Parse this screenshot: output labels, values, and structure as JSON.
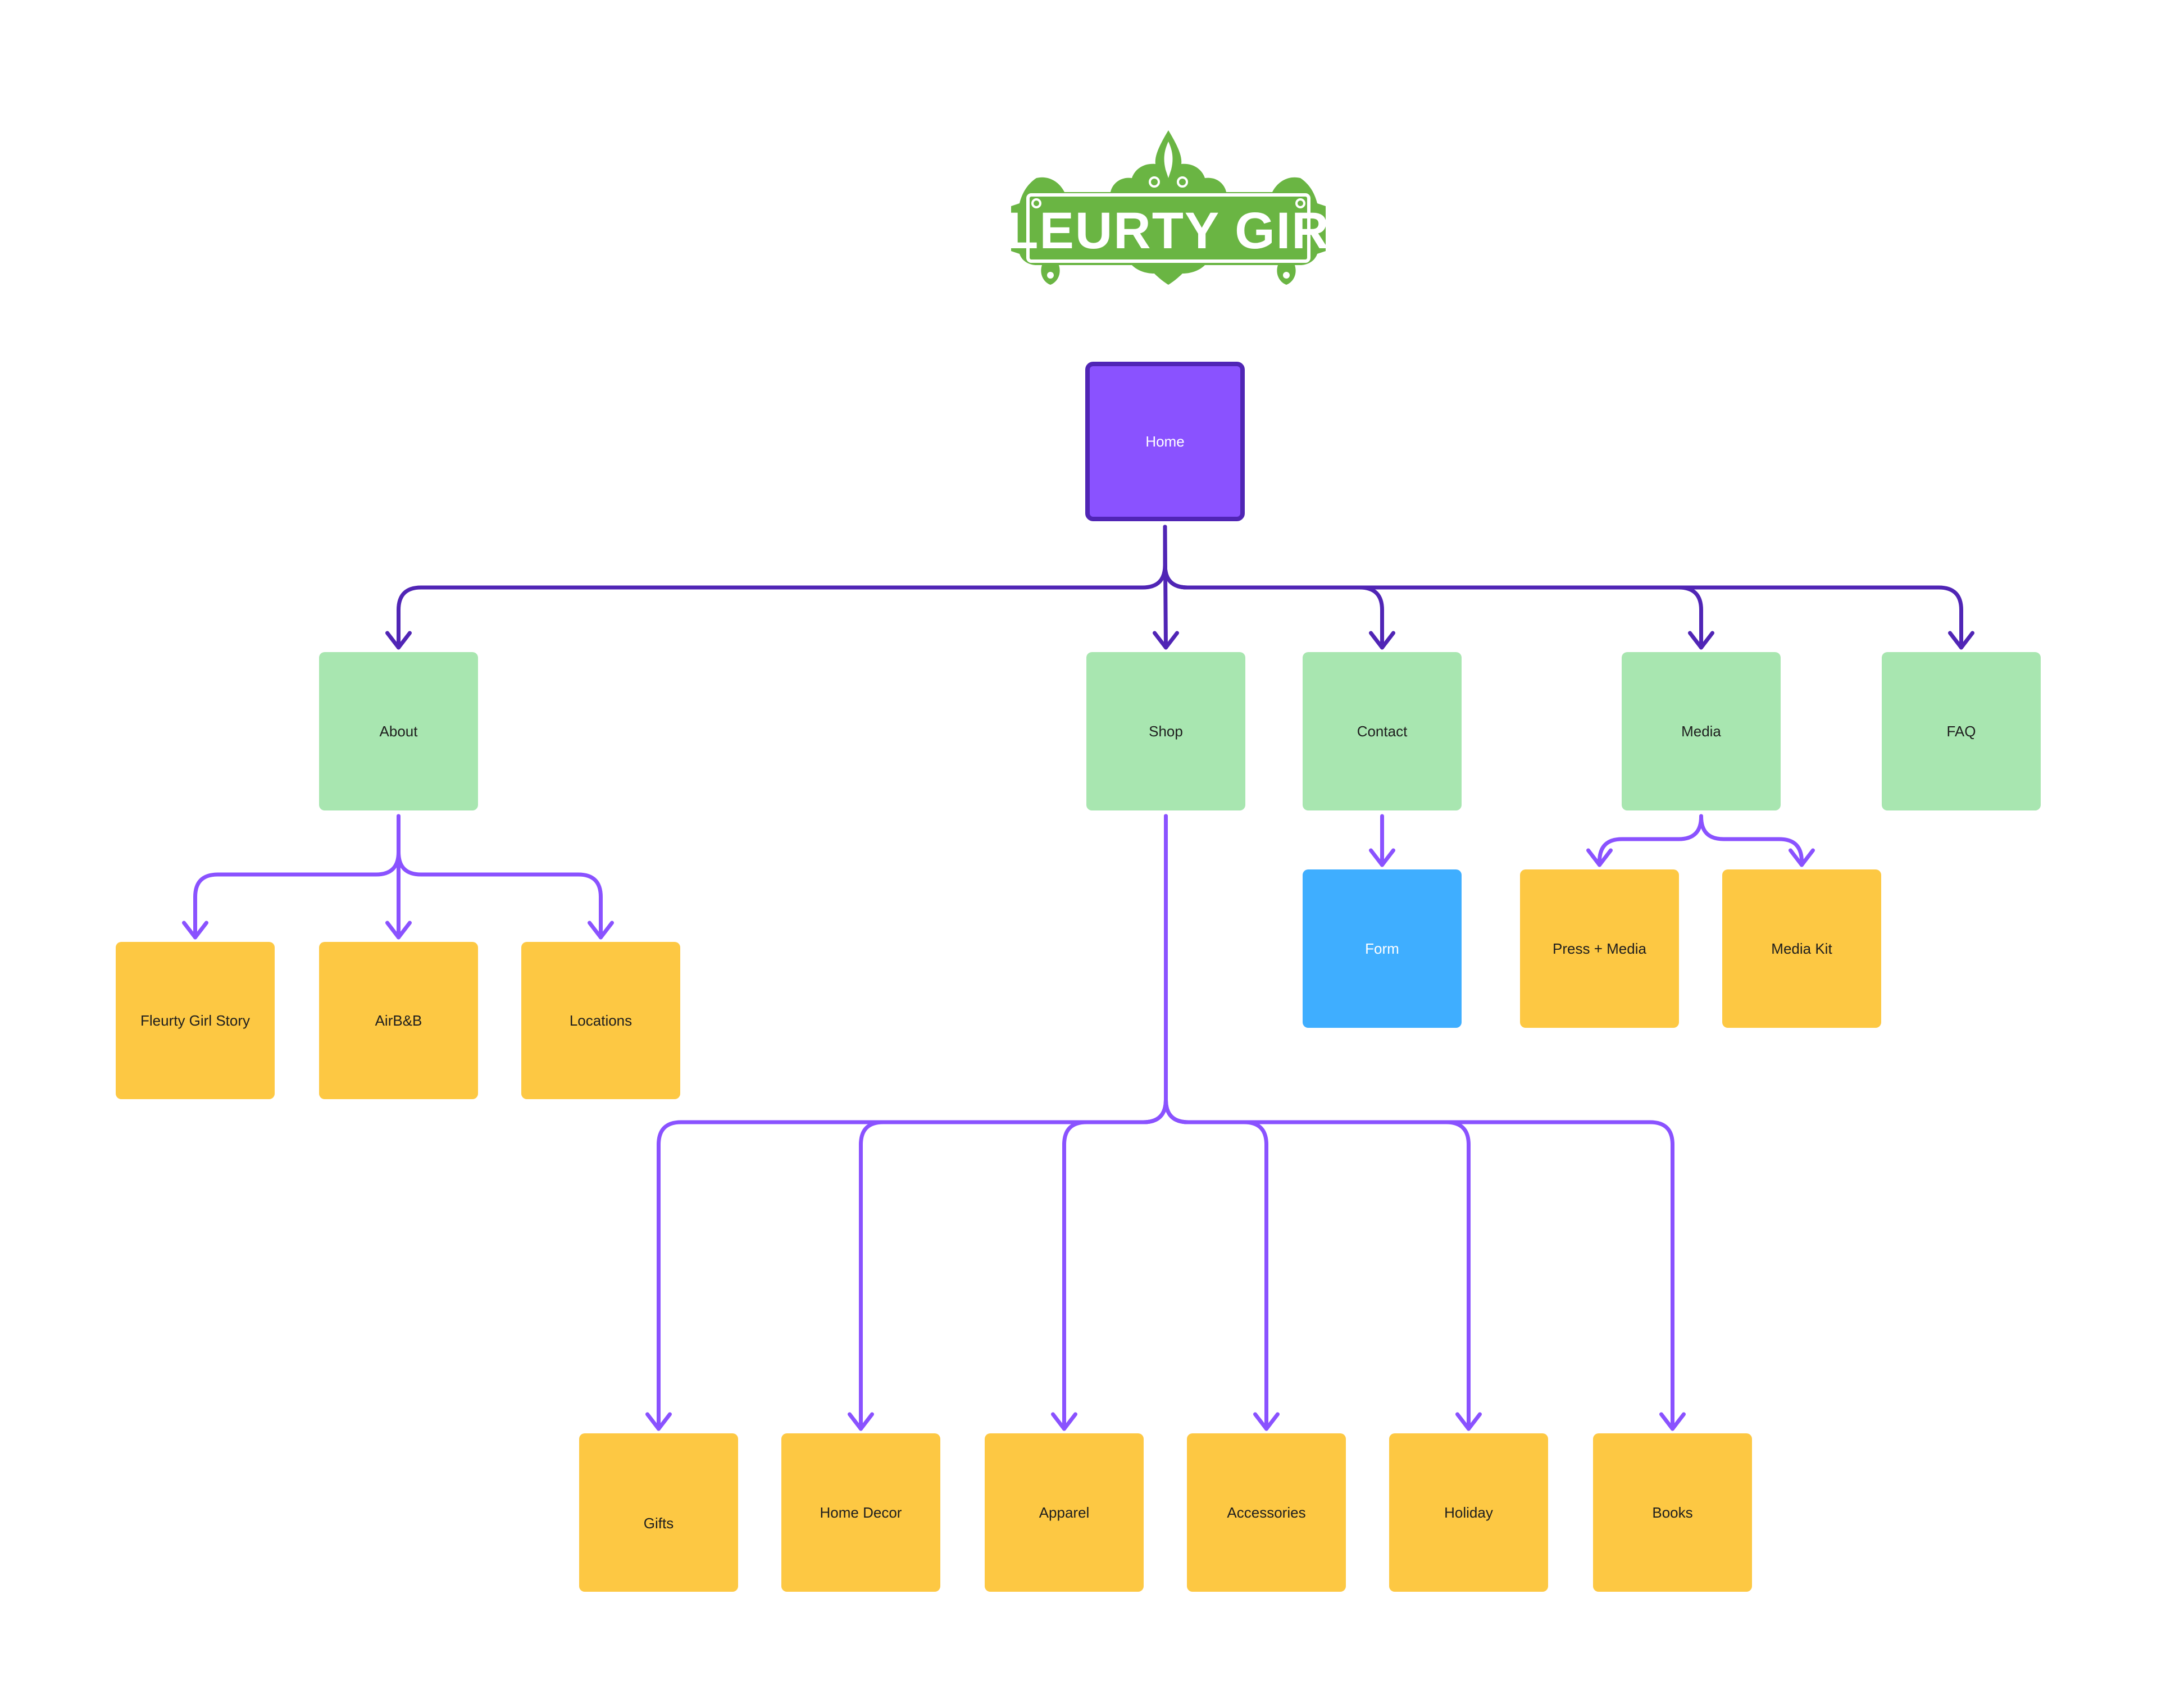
{
  "logo": {
    "text": "FLEURTY GIRL",
    "color": "#6ab543"
  },
  "colors": {
    "primary_fill": "#8a52ff",
    "primary_border": "#5025b5",
    "section_fill": "#a8e6b0",
    "page_fill": "#fdc843",
    "form_fill": "#3faeff",
    "connector_dark": "#5025b5",
    "connector_light": "#8a52ff"
  },
  "nodes": {
    "home": {
      "label": "Home",
      "type": "primary"
    },
    "about": {
      "label": "About",
      "type": "section"
    },
    "shop": {
      "label": "Shop",
      "type": "section"
    },
    "contact": {
      "label": "Contact",
      "type": "section"
    },
    "media": {
      "label": "Media",
      "type": "section"
    },
    "faq": {
      "label": "FAQ",
      "type": "section"
    },
    "fleurty_girl_story": {
      "label": "Fleurty Girl Story",
      "type": "page"
    },
    "airbnb": {
      "label": "AirB&B",
      "type": "page"
    },
    "locations": {
      "label": "Locations",
      "type": "page"
    },
    "form": {
      "label": "Form",
      "type": "form"
    },
    "press_media": {
      "label": "Press + Media",
      "type": "page"
    },
    "media_kit": {
      "label": "Media Kit",
      "type": "page"
    },
    "gifts": {
      "label": "Gifts",
      "type": "page"
    },
    "home_decor": {
      "label": "Home Decor",
      "type": "page"
    },
    "apparel": {
      "label": "Apparel",
      "type": "page"
    },
    "accessories": {
      "label": "Accessories",
      "type": "page"
    },
    "holiday": {
      "label": "Holiday",
      "type": "page"
    },
    "books": {
      "label": "Books",
      "type": "page"
    }
  },
  "edges": [
    {
      "from": "home",
      "to": [
        "about",
        "shop",
        "contact",
        "media",
        "faq"
      ]
    },
    {
      "from": "about",
      "to": [
        "fleurty_girl_story",
        "airbnb",
        "locations"
      ]
    },
    {
      "from": "contact",
      "to": [
        "form"
      ]
    },
    {
      "from": "media",
      "to": [
        "press_media",
        "media_kit"
      ]
    },
    {
      "from": "shop",
      "to": [
        "gifts",
        "home_decor",
        "apparel",
        "accessories",
        "holiday",
        "books"
      ]
    }
  ]
}
